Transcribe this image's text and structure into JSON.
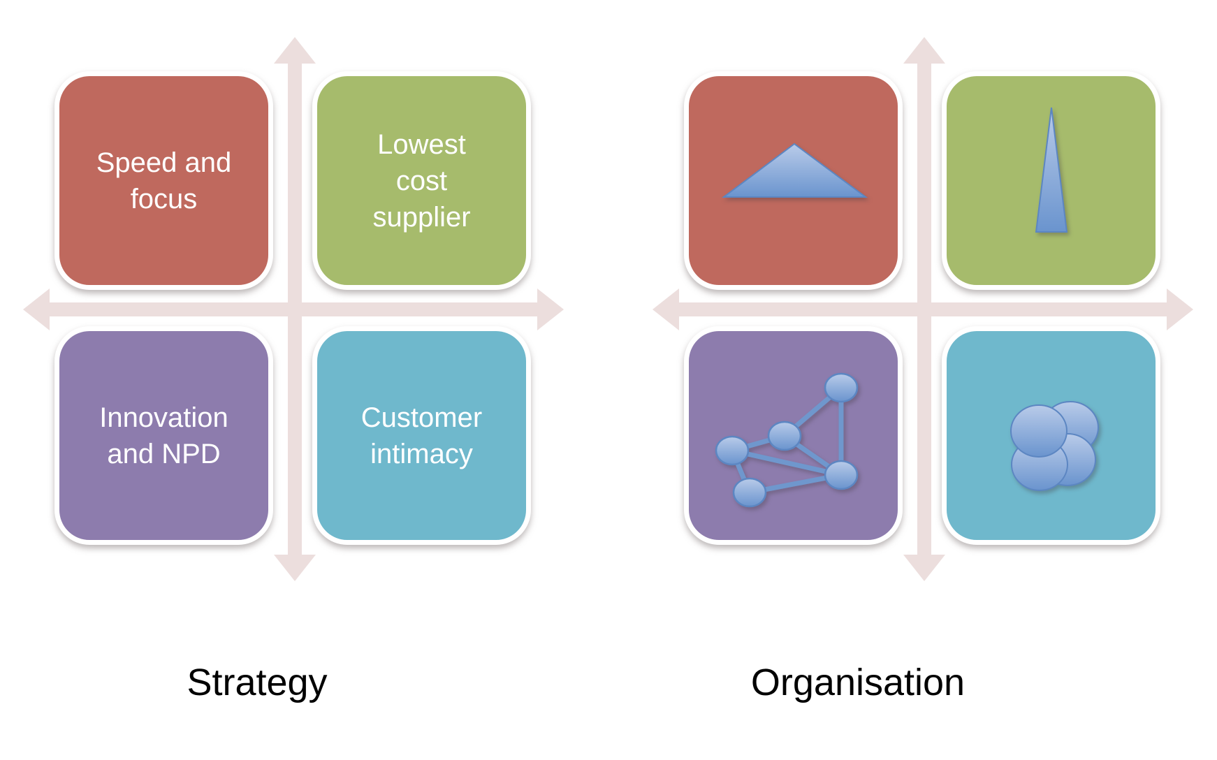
{
  "colors": {
    "quadrant_red": "#bf695e",
    "quadrant_green": "#a6bb6c",
    "quadrant_purple": "#8d7cad",
    "quadrant_teal": "#6fb8cc",
    "axis": "#ecdedd",
    "box_text": "#ffffff",
    "title_text": "#000000",
    "shape_blue_light": "#b9cbe9",
    "shape_blue_dark": "#6a94ce",
    "shape_blue_stroke": "#5c86c2",
    "network_line": "#6f97cd"
  },
  "strategy_matrix": {
    "title": "Strategy",
    "quadrants": [
      {
        "position": "top-left",
        "label": "Speed and\nfocus",
        "color": "#bf695e"
      },
      {
        "position": "top-right",
        "label": "Lowest\ncost\nsupplier",
        "color": "#a6bb6c"
      },
      {
        "position": "bottom-left",
        "label": "Innovation\nand NPD",
        "color": "#8d7cad"
      },
      {
        "position": "bottom-right",
        "label": "Customer\nintimacy",
        "color": "#6fb8cc"
      }
    ]
  },
  "organisation_matrix": {
    "title": "Organisation",
    "quadrants": [
      {
        "position": "top-left",
        "icon": "wide-triangle-icon",
        "color": "#bf695e"
      },
      {
        "position": "top-right",
        "icon": "tall-triangle-icon",
        "color": "#a6bb6c"
      },
      {
        "position": "bottom-left",
        "icon": "network-icon",
        "color": "#8d7cad"
      },
      {
        "position": "bottom-right",
        "icon": "cluster-icon",
        "color": "#6fb8cc"
      }
    ]
  }
}
